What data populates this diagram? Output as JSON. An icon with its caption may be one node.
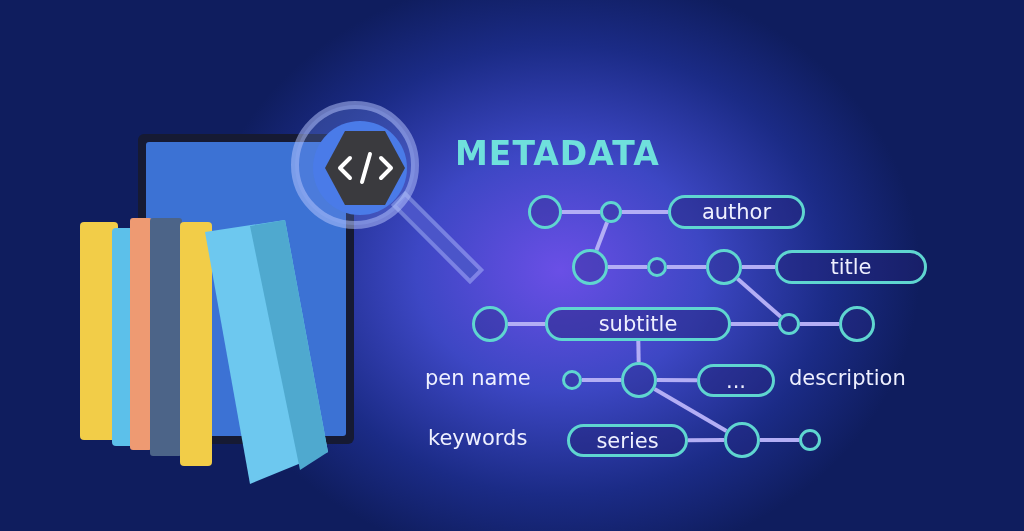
{
  "diagram": {
    "title": "METADATA",
    "nodes": [
      {
        "text": [],
        "shape": "circle"
      },
      {
        "text": [],
        "shape": "circle"
      },
      {
        "text": [
          "author"
        ]
      },
      {
        "text": [],
        "shape": "circle"
      },
      {
        "text": [],
        "shape": "circle"
      },
      {
        "text": [],
        "shape": "circle"
      },
      {
        "text": [
          "title"
        ]
      },
      {
        "text": [],
        "shape": "circle"
      },
      {
        "text": [
          "subtitle"
        ]
      },
      {
        "text": [],
        "shape": "circle"
      },
      {
        "text": [],
        "shape": "circle"
      },
      {
        "text": [],
        "shape": "circle"
      },
      {
        "text": [],
        "shape": "circle"
      },
      {
        "text": [
          "..."
        ]
      },
      {
        "text": [
          "series"
        ]
      },
      {
        "text": [],
        "shape": "circle"
      },
      {
        "text": [],
        "shape": "circle"
      }
    ],
    "edges": [
      {
        "from": 0,
        "to": 1,
        "arrow": "none"
      },
      {
        "from": 1,
        "to": 2,
        "arrow": "none"
      },
      {
        "from": 1,
        "to": 3,
        "arrow": "none"
      },
      {
        "from": 3,
        "to": 4,
        "arrow": "none"
      },
      {
        "from": 4,
        "to": 5,
        "arrow": "none"
      },
      {
        "from": 5,
        "to": 6,
        "arrow": "none"
      },
      {
        "from": 5,
        "to": 9,
        "arrow": "none"
      },
      {
        "from": 7,
        "to": 8,
        "arrow": "none"
      },
      {
        "from": 8,
        "to": 9,
        "arrow": "none"
      },
      {
        "from": 9,
        "to": 10,
        "arrow": "none"
      },
      {
        "from": 8,
        "to": 12,
        "arrow": "none"
      },
      {
        "from": 11,
        "to": 12,
        "arrow": "none"
      },
      {
        "from": 12,
        "to": 13,
        "arrow": "none"
      },
      {
        "from": 12,
        "to": 15,
        "arrow": "none"
      },
      {
        "from": 14,
        "to": 15,
        "arrow": "none"
      },
      {
        "from": 15,
        "to": 16,
        "arrow": "none"
      }
    ],
    "labels": [
      "pen name",
      "description",
      "keywords"
    ]
  }
}
